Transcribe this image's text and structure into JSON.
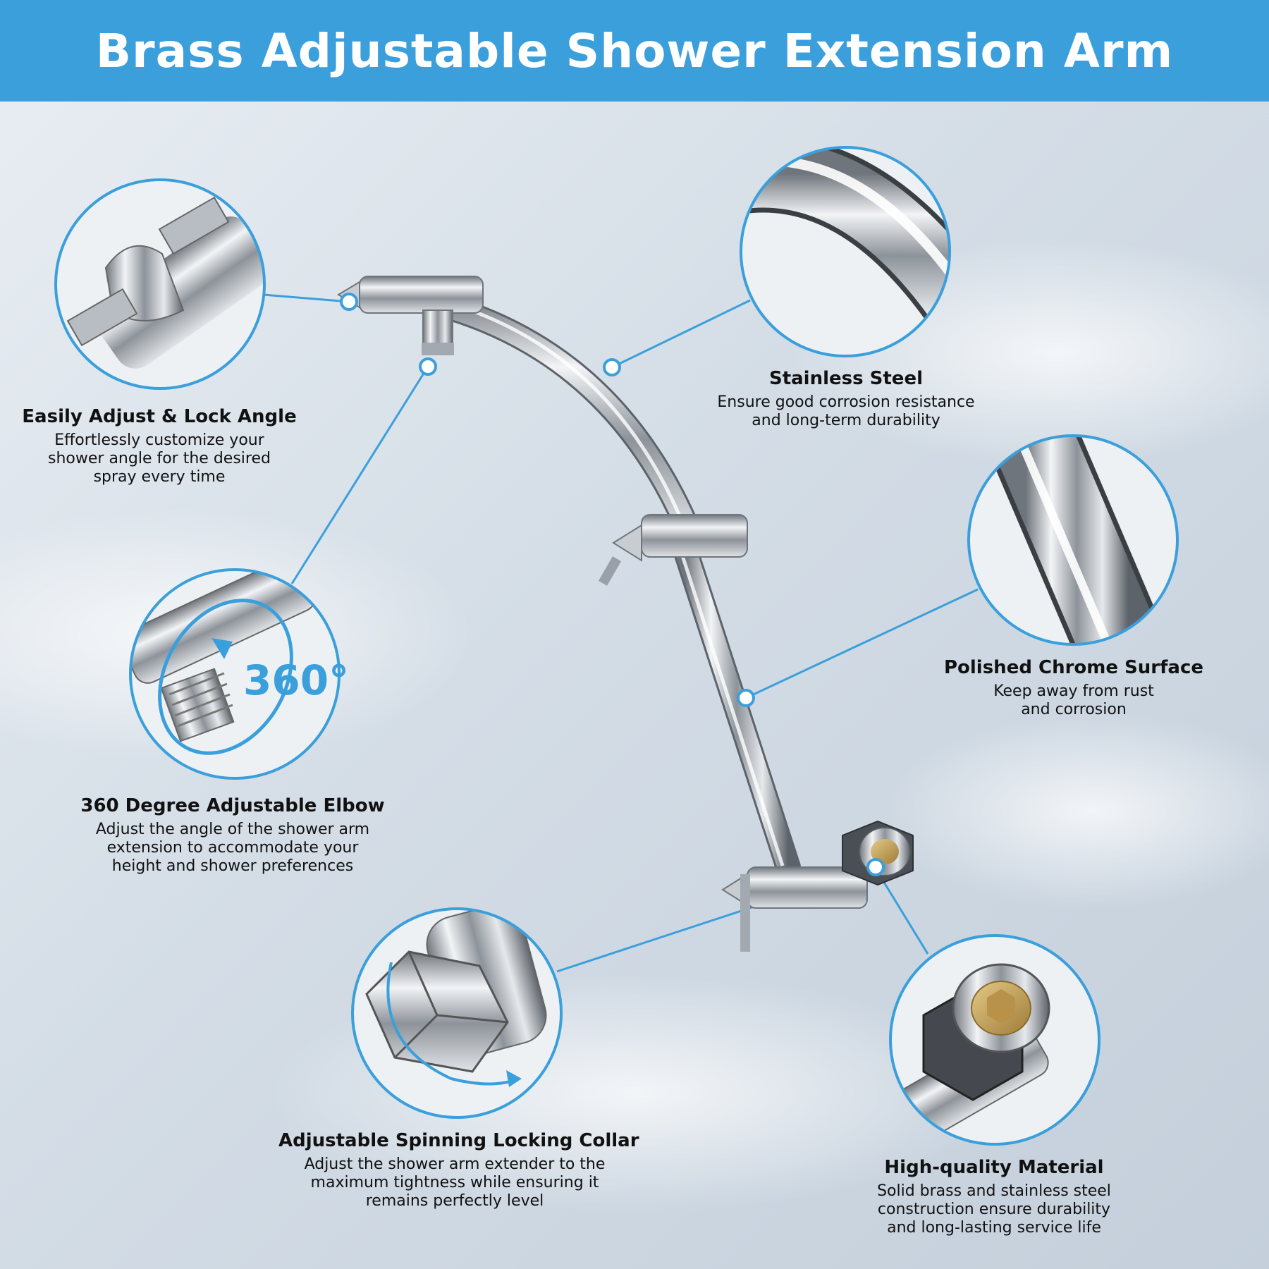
{
  "title": "Brass Adjustable Shower Extension Arm",
  "colors": {
    "banner": "#3b9fdb",
    "accent": "#3b9fdb",
    "text": "#111111",
    "brass": "#c9a65a"
  },
  "rotation_label": "360°",
  "features": [
    {
      "id": "lock-angle",
      "title": "Easily Adjust & Lock Angle",
      "desc": "Effortlessly customize your\nshower angle for the desired\nspray every time",
      "icon": "lock-handle"
    },
    {
      "id": "stainless",
      "title": "Stainless Steel",
      "desc": "Ensure good corrosion resistance\nand long-term durability",
      "icon": "pipe-curve"
    },
    {
      "id": "chrome",
      "title": "Polished Chrome Surface",
      "desc": "Keep away from rust\nand corrosion",
      "icon": "pipe-straight"
    },
    {
      "id": "elbow",
      "title": "360 Degree Adjustable Elbow",
      "desc": "Adjust the angle of the shower arm\nextension to accommodate your\nheight and shower preferences",
      "icon": "elbow-rotate"
    },
    {
      "id": "collar",
      "title": "Adjustable Spinning Locking Collar",
      "desc": "Adjust the shower arm extender to the\nmaximum tightness while ensuring it\nremains perfectly level",
      "icon": "hex-collar"
    },
    {
      "id": "material",
      "title": "High-quality Material",
      "desc": "Solid brass and stainless steel\nconstruction ensure durability\nand long-lasting service life",
      "icon": "brass-nut"
    }
  ]
}
